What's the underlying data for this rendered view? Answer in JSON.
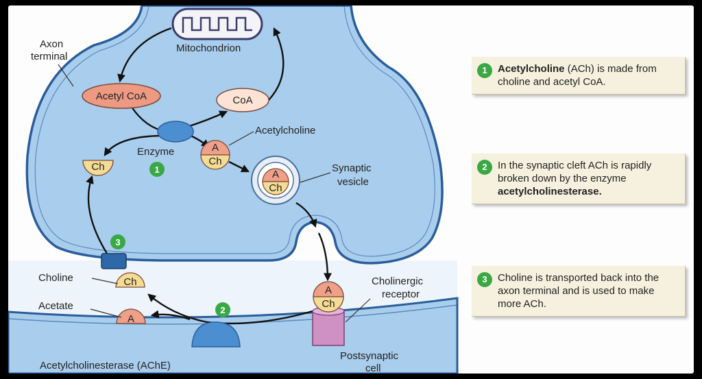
{
  "labels": {
    "axon_terminal": [
      "Axon",
      "terminal"
    ],
    "mitochondrion": "Mitochondrion",
    "acetyl_coa": "Acetyl CoA",
    "coa": "CoA",
    "enzyme": "Enzyme",
    "acetylcholine": "Acetylcholine",
    "synaptic_vesicle": [
      "Synaptic",
      "vesicle"
    ],
    "choline": "Choline",
    "acetate": "Acetate",
    "cholinergic_receptor": [
      "Cholinergic",
      "receptor"
    ],
    "ache": "Acetylcholinesterase (AChE)",
    "postsynaptic_cell": [
      "Postsynaptic",
      "cell"
    ]
  },
  "molecules": {
    "a": "A",
    "ch": "Ch"
  },
  "markers": [
    "1",
    "2",
    "3"
  ],
  "steps": [
    {
      "num": "1",
      "bold": "Acetylcholine",
      "rest": " (ACh) is made from choline and acetyl CoA."
    },
    {
      "num": "2",
      "text": "In the synaptic cleft ACh is rapidly broken down by the enzyme ",
      "bold": "acetylcholinesterase."
    },
    {
      "num": "3",
      "text": "Choline is transported back into the axon terminal and is used to make more ACh."
    }
  ],
  "colors": {
    "terminal_fill": "#a9cdec",
    "terminal_stroke": "#2a5d9b",
    "cleft": "#eef4fb",
    "acetyl_coa": "#ee9a83",
    "coa": "#fde3d6",
    "enzyme": "#4b8fd0",
    "choline": "#f5dc94",
    "acetyl": "#eea089",
    "marker": "#39a845",
    "receptor": "#cf91c4",
    "step_bg": "#f6f1df"
  }
}
